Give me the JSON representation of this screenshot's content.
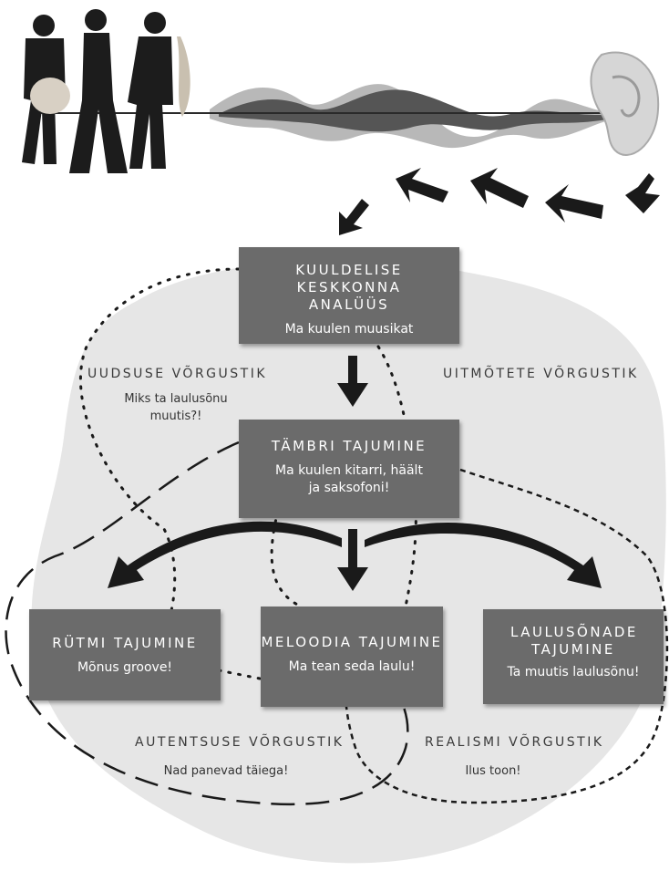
{
  "steps": {
    "auditory": {
      "title": "KUULDELISE KESKKONNA ANALÜÜS",
      "text": "Ma kuulen muusikat"
    },
    "timbre": {
      "title": "TÄMBRI TAJUMINE",
      "text": "Ma kuulen kitarri, häält ja saksofoni!"
    },
    "rhythm": {
      "title": "RÜTMI TAJUMINE",
      "text": "Mõnus groove!"
    },
    "melody": {
      "title": "MELOODIA TAJUMINE",
      "text": "Ma tean seda laulu!"
    },
    "lyrics": {
      "title": "LAULUSÕNADE TAJUMINE",
      "text": "Ta muutis laulusõnu!"
    }
  },
  "networks": {
    "novelty": {
      "name": "UUDSUSE VÕRGUSTIK",
      "text": "Miks ta laulusõnu muutis?!"
    },
    "earworm": {
      "name": "UITMÕTETE VÕRGUSTIK"
    },
    "authenticity": {
      "name": "AUTENTSUSE VÕRGUSTIK",
      "text": "Nad panevad täiega!"
    },
    "realism": {
      "name": "REALISMI VÕRGUSTIK",
      "text": "Ilus toon!"
    }
  },
  "colors": {
    "box": "#6b6b6b",
    "blob": "#e6e6e6",
    "ink": "#1a1a1a"
  },
  "illustration": {
    "performers": [
      "guitarist",
      "singer",
      "saxophonist"
    ],
    "receiver": "ear"
  }
}
